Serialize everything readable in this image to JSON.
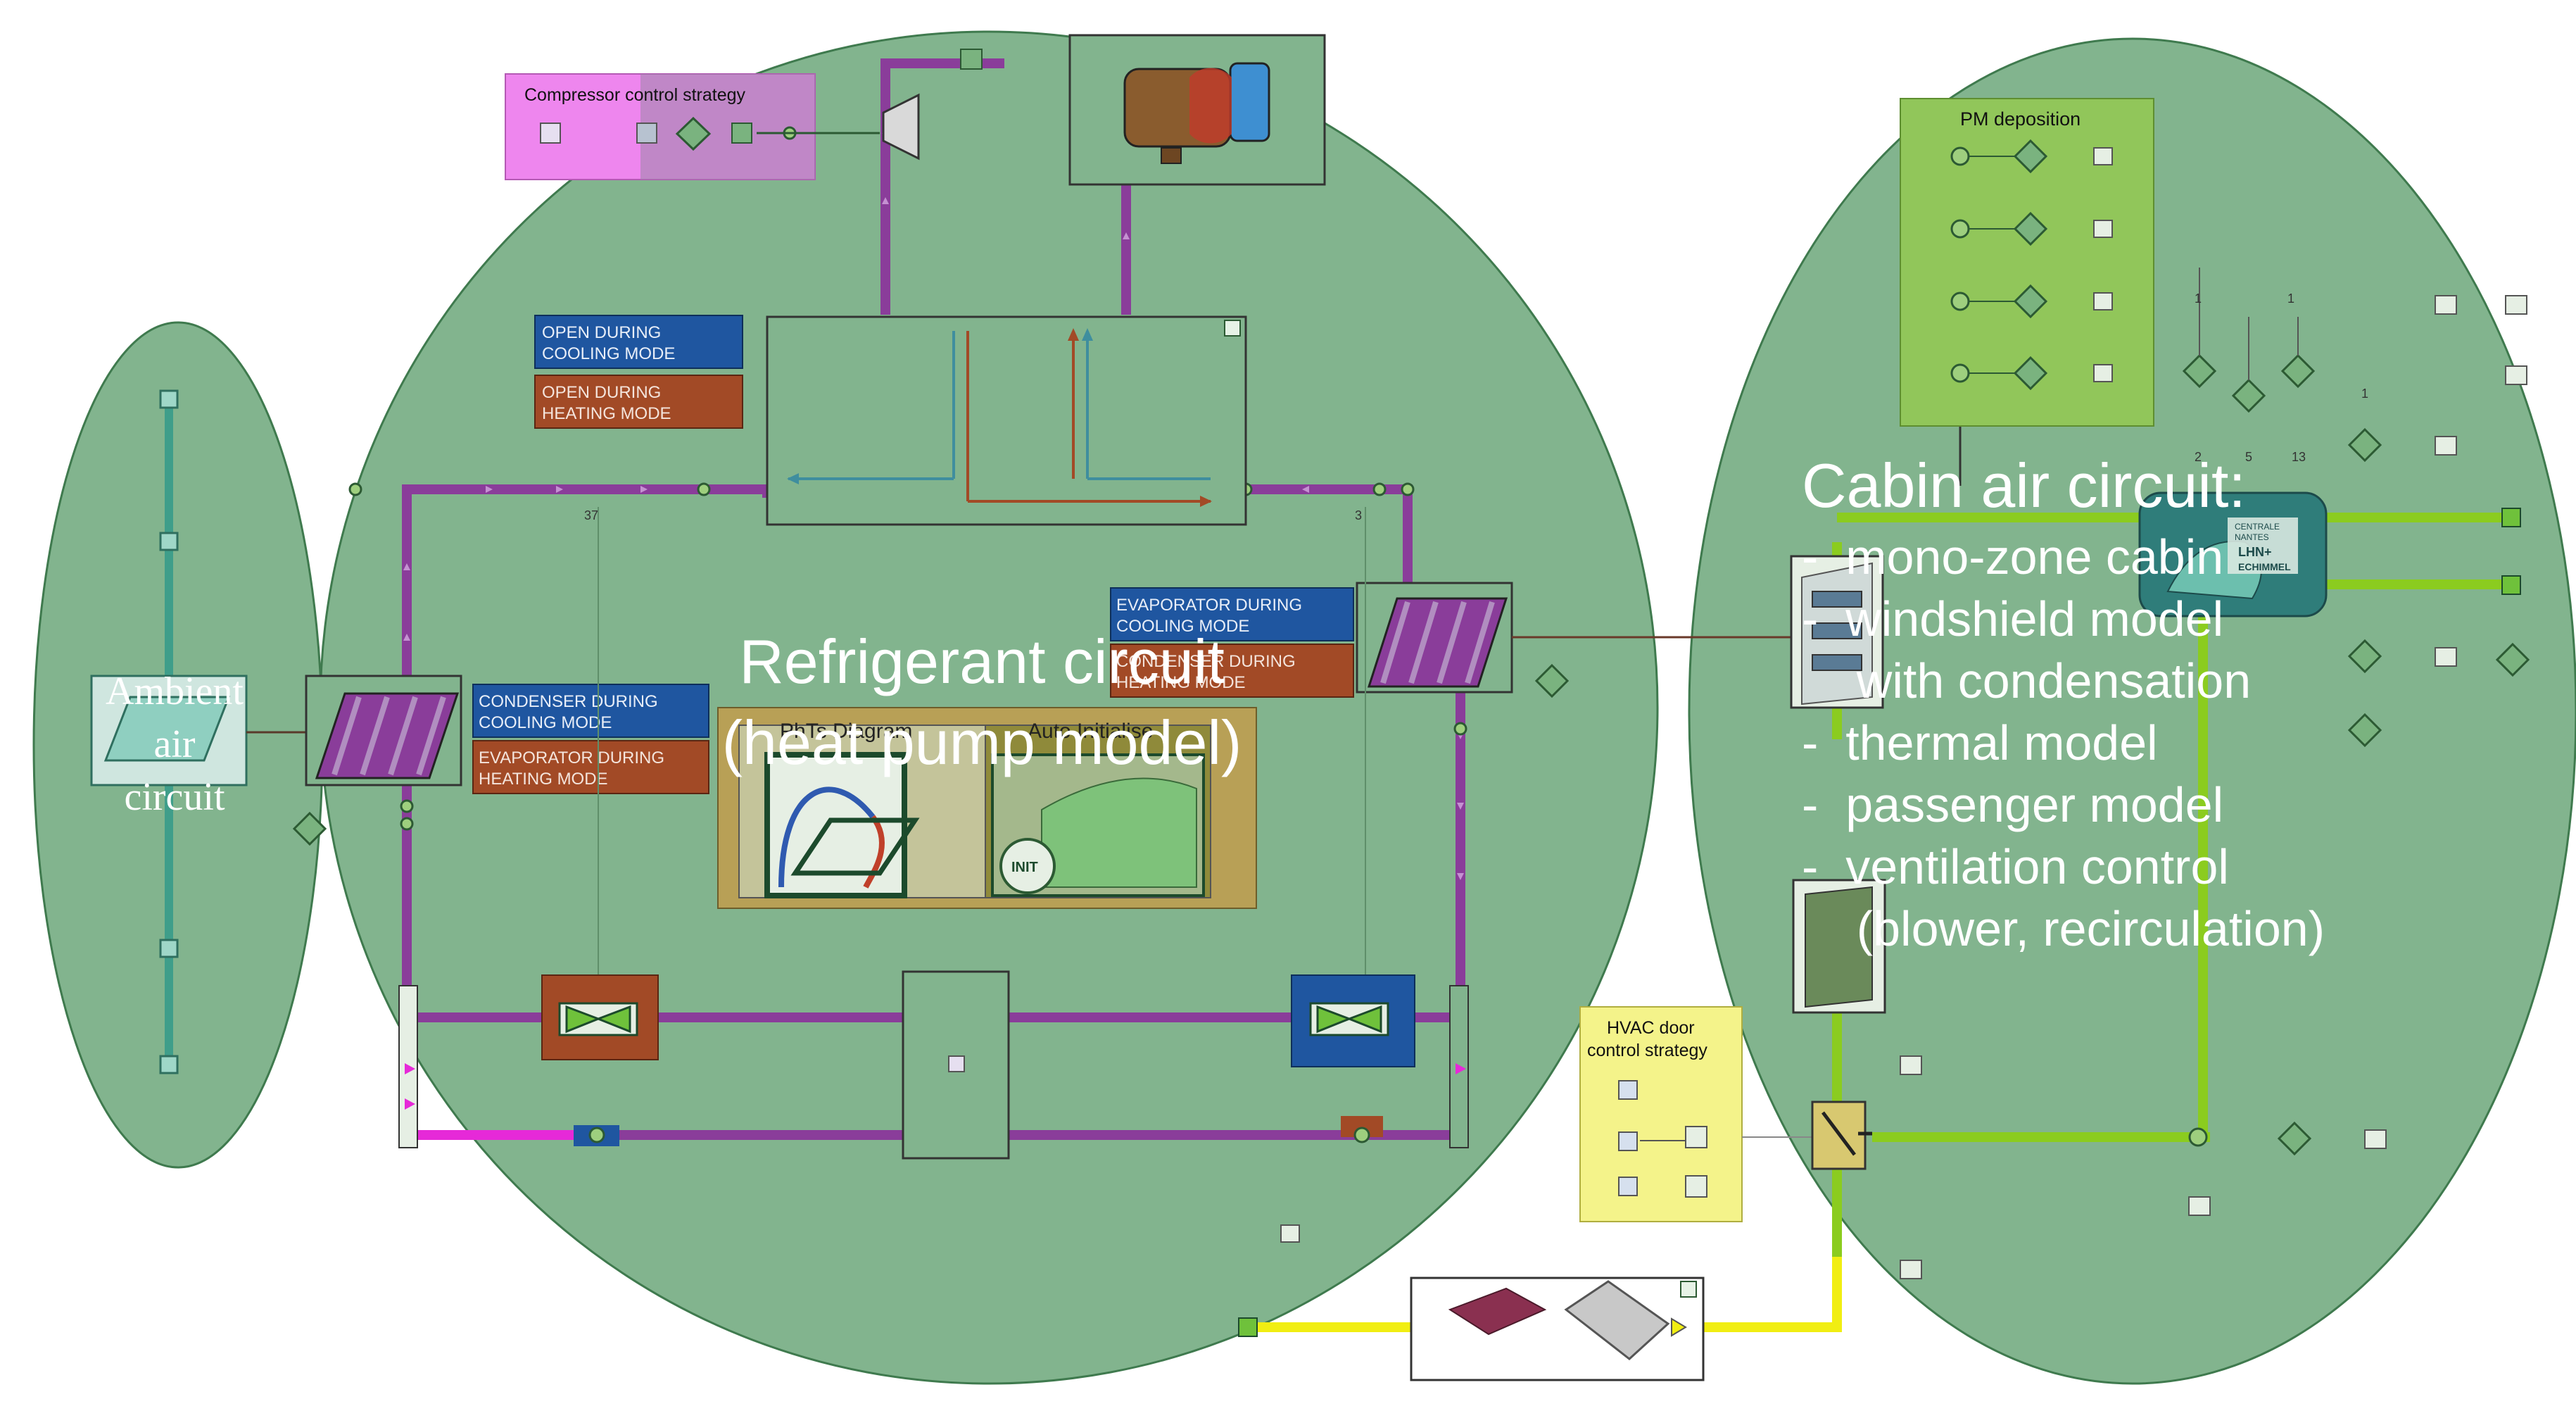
{
  "colors": {
    "zone_fill": "#82b48e",
    "zone_stroke": "#3f7a4e",
    "refrigerant_pipe": "#8a3d9a",
    "refrigerant_pipe_light": "#c591d2",
    "cabin_pipe": "#8bcc1f",
    "cabin_pipe_dark": "#4e8a10",
    "ambient_pipe": "#3f9e8a",
    "yellow_pipe": "#f1ee12",
    "magenta_pipe": "#e629d8",
    "cooling_blue": "#1f56a0",
    "heating_brown": "#a24a26",
    "valve_fill": "#6fc13b",
    "compressor_box": "#ee86ee",
    "pm_box": "#91c65a",
    "hvac_box": "#f4f38a"
  },
  "zones": {
    "ambient": {
      "label_lines": [
        "Ambient",
        "air",
        "circuit"
      ]
    },
    "refrigerant": {
      "label_lines": [
        "Refrigerant circuit",
        "(heat pump model)"
      ]
    },
    "cabin": {
      "title": "Cabin air circuit:",
      "items": [
        "-  mono-zone cabin",
        "-  windshield model",
        "    with condensation",
        "-  thermal model",
        "-  passenger model",
        "-  ventilation control",
        "    (blower, recirculation)"
      ]
    }
  },
  "boxes": {
    "compressor_control": "Compressor control strategy",
    "pm_deposition": "PM deposition",
    "hvac_door": [
      "HVAC door",
      "control strategy"
    ]
  },
  "mode_labels": {
    "open_cooling": [
      "OPEN DURING",
      "COOLING MODE"
    ],
    "open_heating": [
      "OPEN DURING",
      "HEATING MODE"
    ],
    "condenser_cooling": [
      "CONDENSER DURING",
      "COOLING MODE"
    ],
    "evaporator_heating": [
      "EVAPORATOR DURING",
      "HEATING MODE"
    ],
    "evaporator_cooling": [
      "EVAPORATOR DURING",
      "COOLING MODE"
    ],
    "condenser_heating": [
      "CONDENSER DURING",
      "HEATING MODE"
    ]
  },
  "tools": {
    "phts": "PhTs Diagram",
    "auto_init": "Auto Initialise",
    "init_badge": "INIT"
  },
  "small_numbers": {
    "cond_tag": "37",
    "evap_tag": "3",
    "s2": "2",
    "s5": "5",
    "s13": "13",
    "s1a": "1",
    "s1b": "1",
    "s1c": "1"
  },
  "cabin_sticker": [
    "CENTRALE",
    "NANTES",
    "LHN+",
    "ECHIMMEL"
  ]
}
